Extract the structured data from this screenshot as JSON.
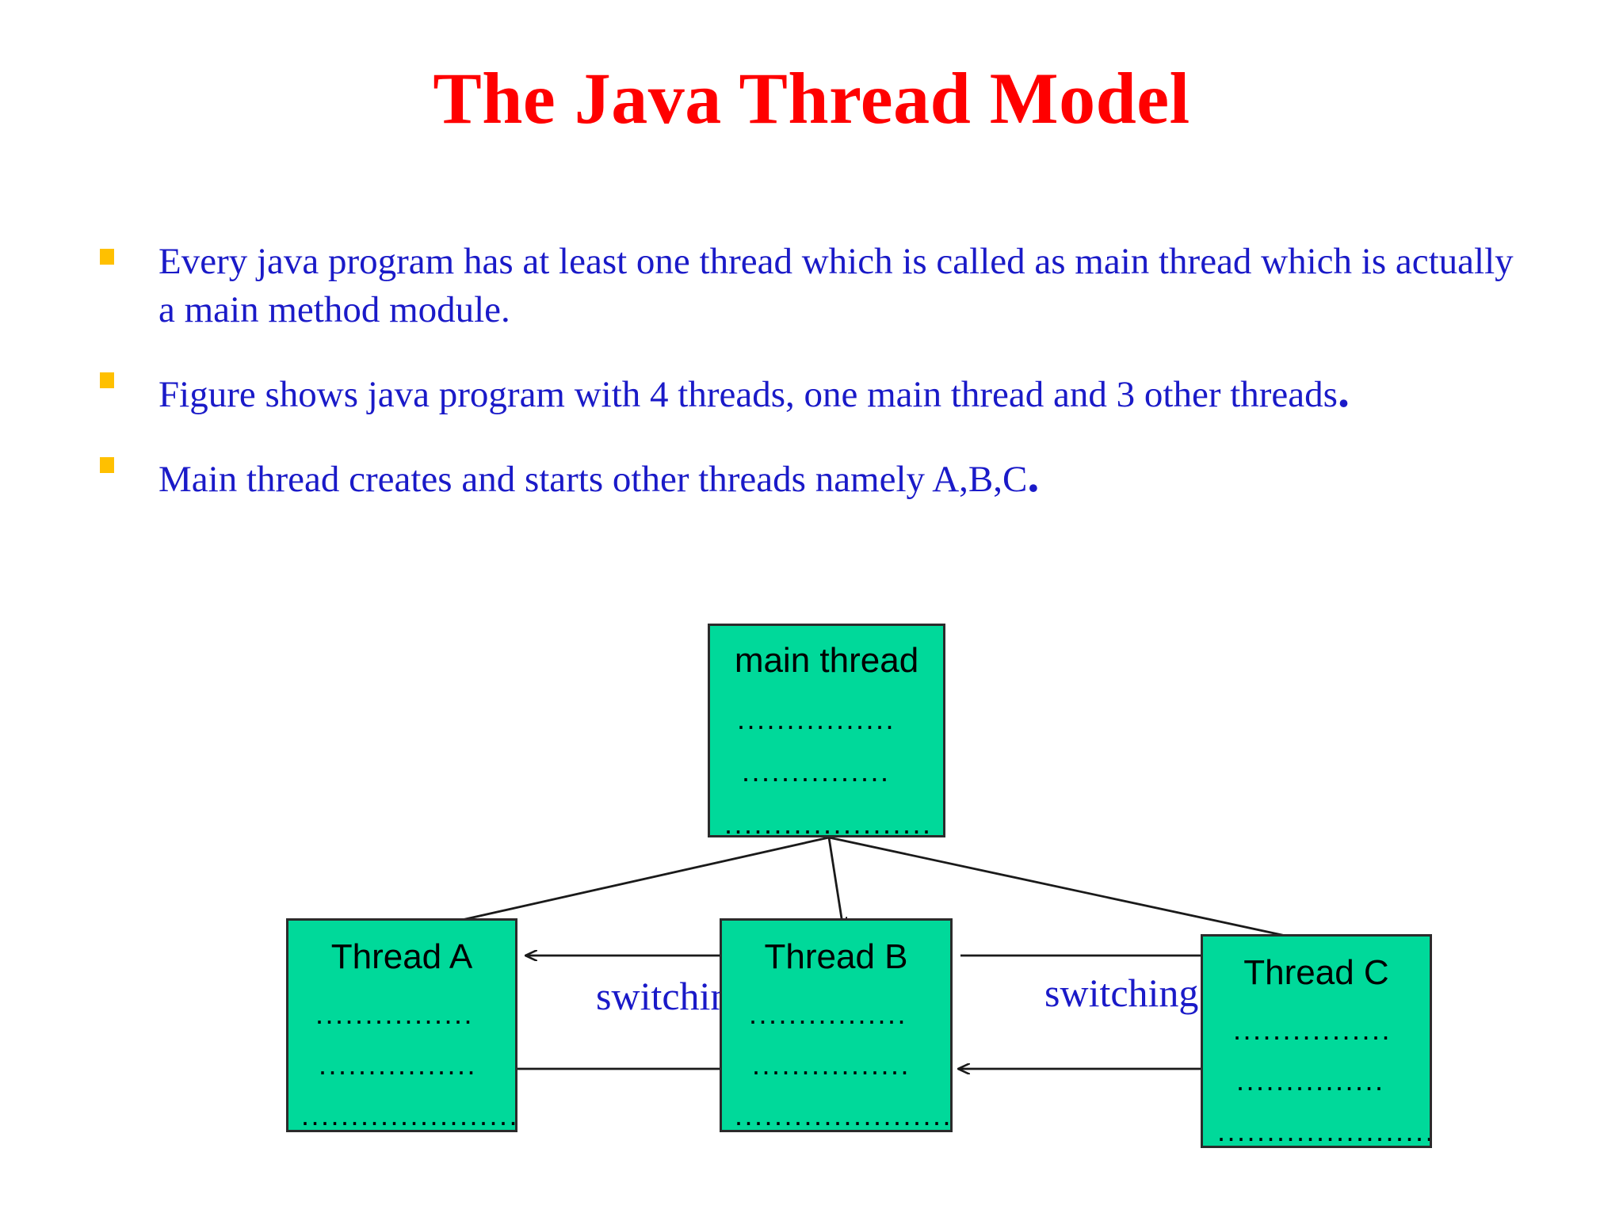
{
  "slide": {
    "title": "The Java Thread Model",
    "title_color": "#FF0000",
    "background": "#FFFFFF"
  },
  "bullets": {
    "marker_color": "#FFC000",
    "text_color": "#1A1AC8",
    "items": [
      {
        "text": "Every java program has at least one thread which is called as main thread which is actually a main method module.",
        "trailing_dot": ""
      },
      {
        "text": "Figure shows java program with 4 threads, one main thread and 3 other threads",
        "trailing_dot": "."
      },
      {
        "text": "Main thread creates and starts other threads namely A,B,C",
        "trailing_dot": "."
      }
    ]
  },
  "diagram": {
    "box_fill": "#00D99A",
    "box_border": "#2B2B2B",
    "arrow_color": "#1A1A1A",
    "label_color": "#1A1AC8",
    "boxes": [
      {
        "id": "main-thread",
        "title": "main thread",
        "dots": [
          "................",
          "...............",
          "....................."
        ]
      },
      {
        "id": "thread-a",
        "title": "Thread A",
        "dots": [
          "................",
          "................",
          "......................"
        ]
      },
      {
        "id": "thread-b",
        "title": "Thread B",
        "dots": [
          "................",
          "................",
          "......................"
        ]
      },
      {
        "id": "thread-c",
        "title": "Thread C",
        "dots": [
          "................",
          "...............",
          "......................"
        ]
      }
    ],
    "labels": {
      "switching_left": "switching",
      "switching_right": "switching"
    }
  }
}
